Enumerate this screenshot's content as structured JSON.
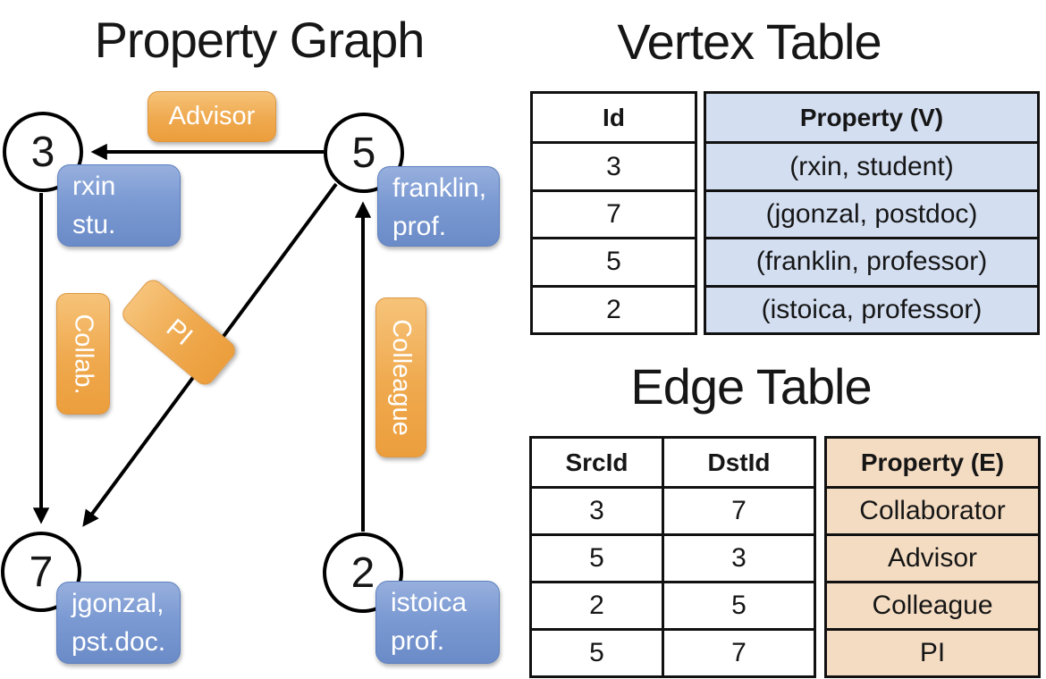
{
  "graph": {
    "title": "Property Graph",
    "nodes": [
      {
        "id": "3",
        "label_lines": [
          "rxin",
          "stu."
        ]
      },
      {
        "id": "5",
        "label_lines": [
          "franklin,",
          "prof."
        ]
      },
      {
        "id": "7",
        "label_lines": [
          "jgonzal,",
          "pst.doc."
        ]
      },
      {
        "id": "2",
        "label_lines": [
          "istoica",
          "prof."
        ]
      }
    ],
    "edges": [
      {
        "src": "5",
        "dst": "3",
        "label": "Advisor"
      },
      {
        "src": "3",
        "dst": "7",
        "label": "Collab."
      },
      {
        "src": "5",
        "dst": "7",
        "label": "PI"
      },
      {
        "src": "2",
        "dst": "5",
        "label": "Colleague"
      }
    ]
  },
  "vertex_table": {
    "title": "Vertex Table",
    "columns": [
      "Id",
      "Property (V)"
    ],
    "rows": [
      [
        "3",
        "(rxin, student)"
      ],
      [
        "7",
        "(jgonzal, postdoc)"
      ],
      [
        "5",
        "(franklin, professor)"
      ],
      [
        "2",
        "(istoica, professor)"
      ]
    ]
  },
  "edge_table": {
    "title": "Edge Table",
    "columns": [
      "SrcId",
      "DstId",
      "Property (E)"
    ],
    "rows": [
      [
        "3",
        "7",
        "Collaborator"
      ],
      [
        "5",
        "3",
        "Advisor"
      ],
      [
        "2",
        "5",
        "Colleague"
      ],
      [
        "5",
        "7",
        "PI"
      ]
    ]
  },
  "colors": {
    "edge_label_orange": "#efa94e",
    "vertex_label_blue": "#7b9ad3",
    "vertex_table_fill": "#d3def1",
    "edge_table_fill": "#f4dcc2",
    "line_black": "#000000"
  }
}
